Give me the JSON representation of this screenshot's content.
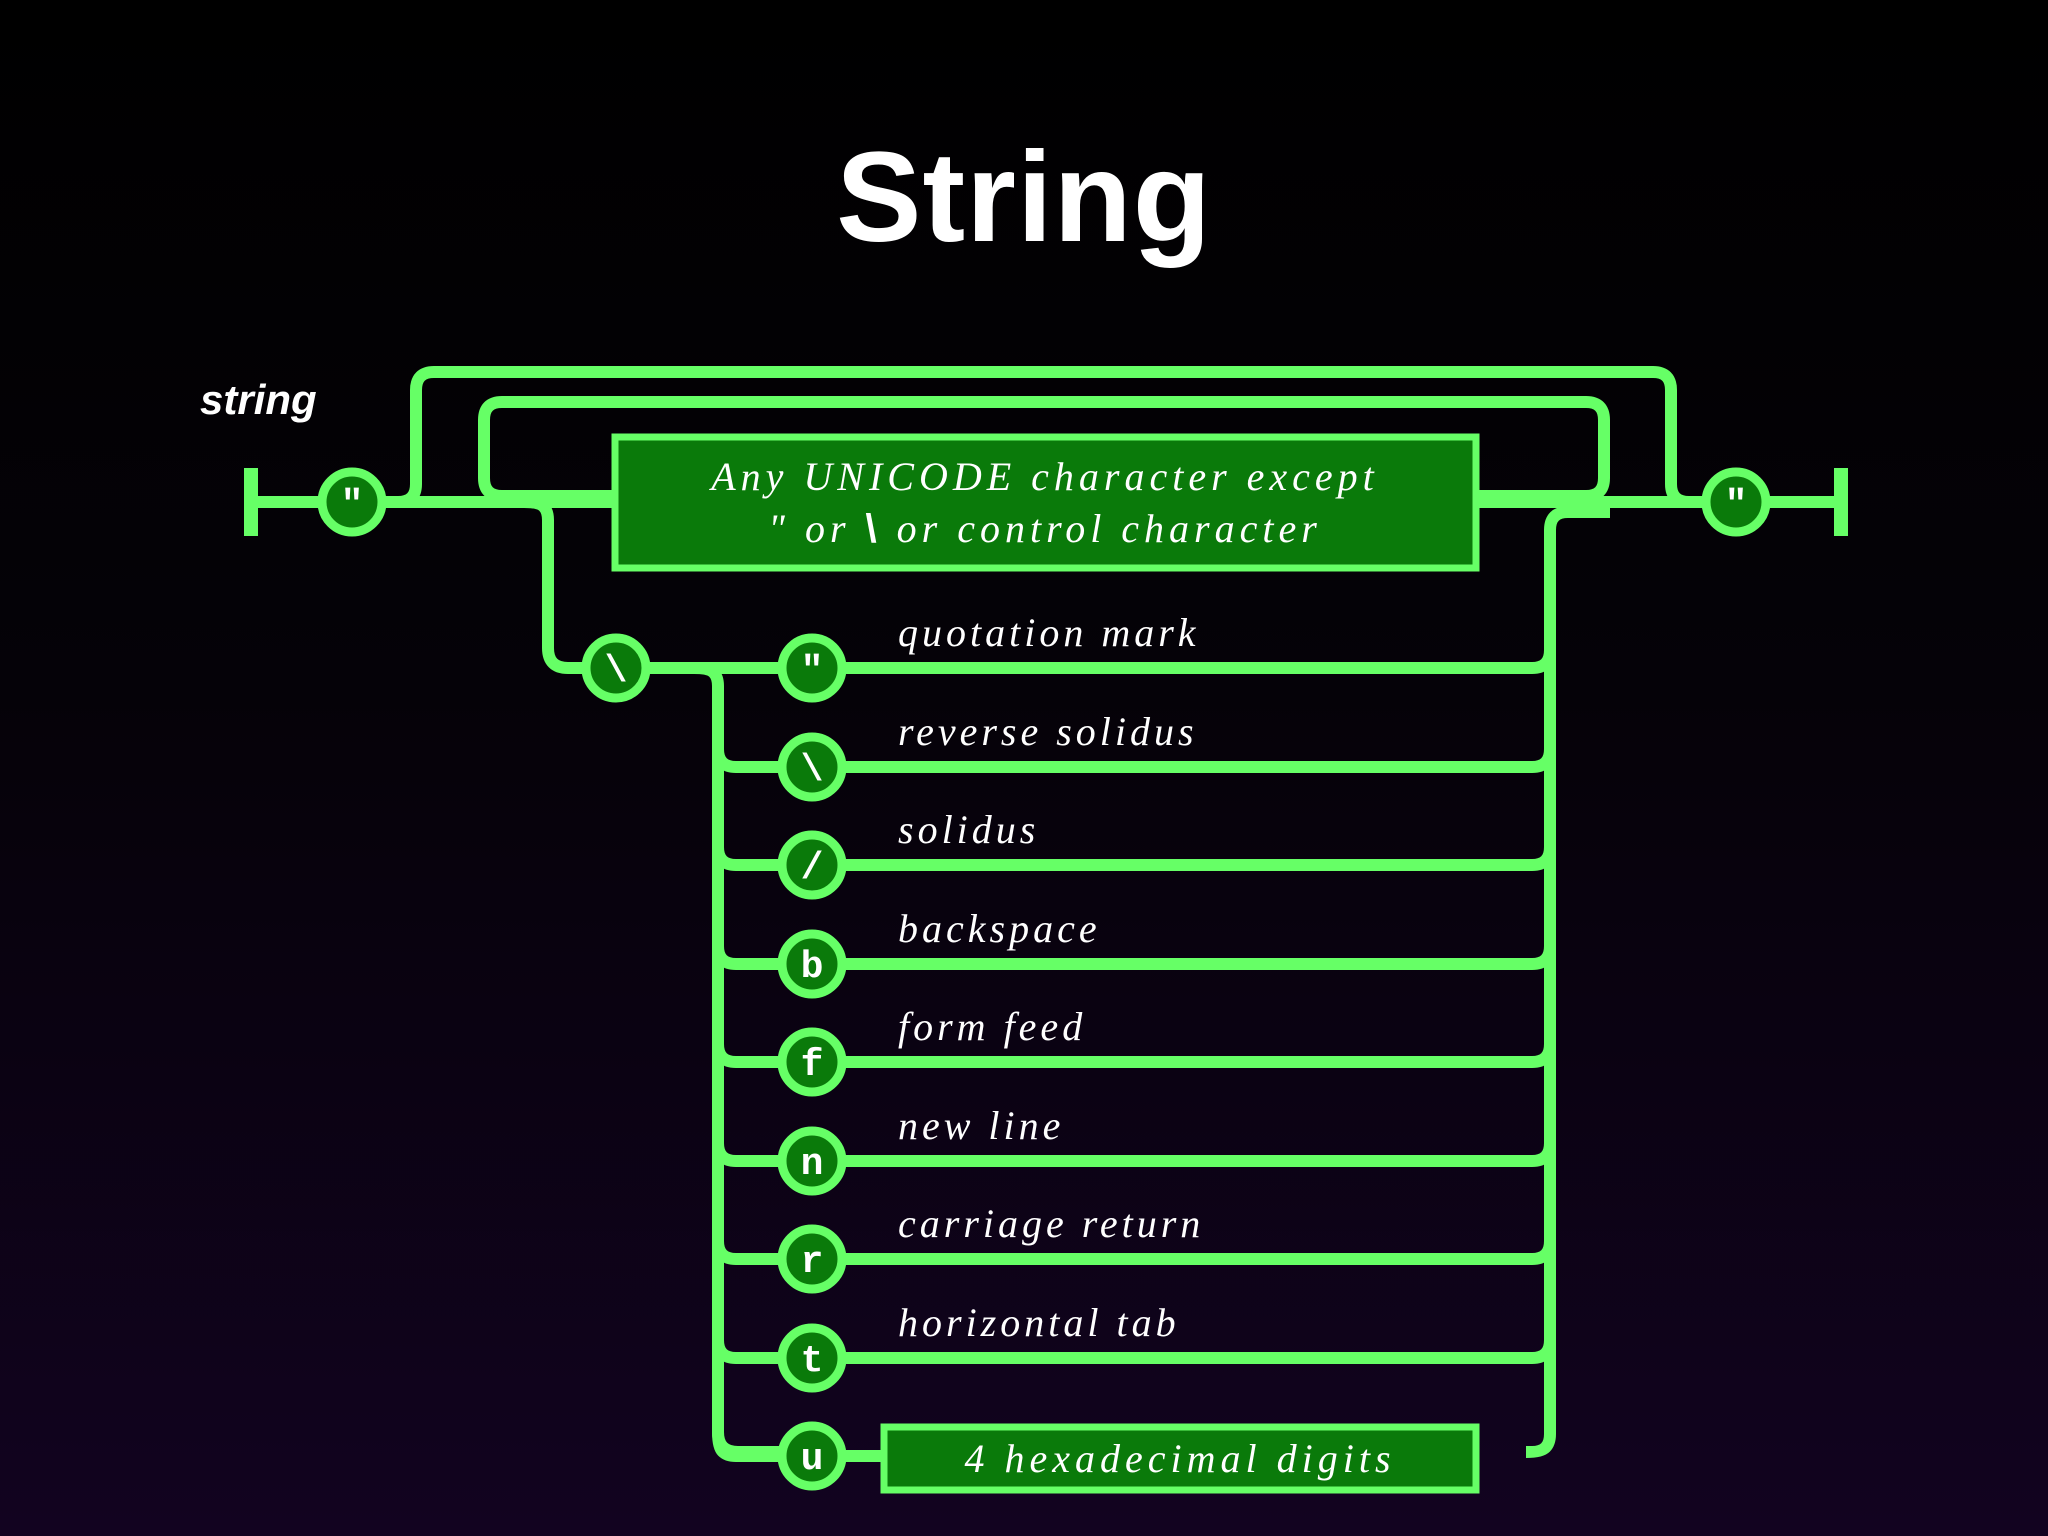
{
  "title": "String",
  "rule_name": "string",
  "open_quote": "\"",
  "close_quote": "\"",
  "unicode_box": {
    "line1": "Any UNICODE character except",
    "line2_quote": "\" or ",
    "line2_backslash": "\\",
    "line2_rest": " or control character"
  },
  "backslash": "\\",
  "escapes": [
    {
      "symbol": "\"",
      "description": "quotation mark"
    },
    {
      "symbol": "\\",
      "description": "reverse solidus"
    },
    {
      "symbol": "/",
      "description": "solidus"
    },
    {
      "symbol": "b",
      "description": "backspace"
    },
    {
      "symbol": "f",
      "description": "form feed"
    },
    {
      "symbol": "n",
      "description": "new line"
    },
    {
      "symbol": "r",
      "description": "carriage return"
    },
    {
      "symbol": "t",
      "description": "horizontal tab"
    },
    {
      "symbol": "u",
      "description": ""
    }
  ],
  "hex_box": "4 hexadecimal digits",
  "colors": {
    "track": "#66ff66",
    "node_fill": "#0a7a0a",
    "text": "#ffffff",
    "background": "#000000"
  }
}
